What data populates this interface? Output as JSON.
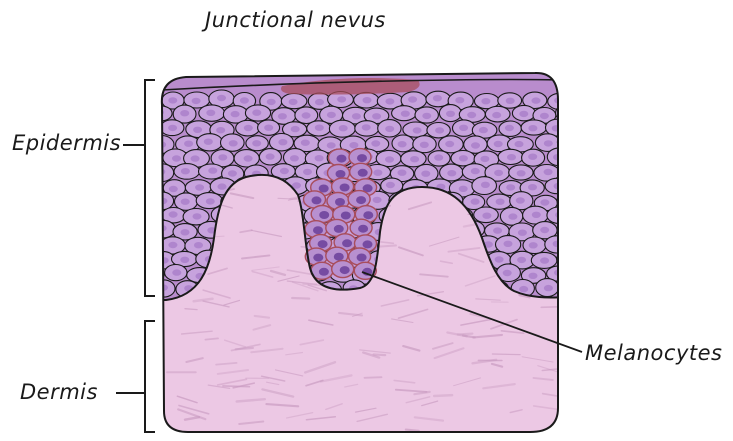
{
  "title": "Junctional nevus",
  "labels": {
    "epidermis": "Epidermis",
    "dermis": "Dermis",
    "melanocytes": "Melanocytes"
  },
  "colors": {
    "dermis_fill": "#ecc8e4",
    "dermis_fiber": "#c89ac0",
    "epidermis_fill": "#b98ccd",
    "keratinocyte_fill": "#c7a3dd",
    "keratinocyte_nucleus": "#9a6dbf",
    "melanocyte_fill": "#b890d0",
    "melanocyte_nucleus": "#6a3f9a",
    "surface_pigment": "#a84d5c",
    "outline": "#1a1a1a"
  }
}
